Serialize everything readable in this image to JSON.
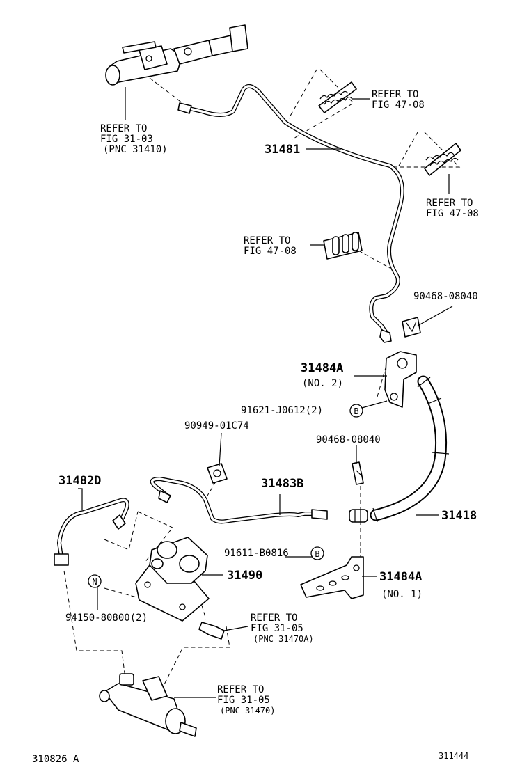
{
  "parts": {
    "p31481": "31481",
    "p31418": "31418",
    "p31482d": "31482D",
    "p31483b": "31483B",
    "p31490": "31490",
    "p31484a_top": "31484A",
    "p31484a_top_sub": "(NO. 2)",
    "p31484a_bottom": "31484A",
    "p31484a_bottom_sub": "(NO. 1)",
    "clip_top": "90468-08040",
    "clip_mid": "90468-08040",
    "bolt_top": "91621-J0612(2)",
    "bolt_bottom": "91611-B0816",
    "union_bolt": "90949-01C74",
    "nut": "94150-80800(2)"
  },
  "markers": {
    "b_top": "B",
    "b_bottom": "B",
    "n": "N"
  },
  "refs": {
    "master_cyl": {
      "line1": "REFER TO",
      "line2": "FIG 31-03",
      "line3": "(PNC 31410)"
    },
    "clamp_a": {
      "line1": "REFER TO",
      "line2": "FIG 47-08"
    },
    "clamp_b": {
      "line1": "REFER TO",
      "line2": "FIG 47-08"
    },
    "clamp_c": {
      "line1": "REFER TO",
      "line2": "FIG 47-08"
    },
    "accumulator": {
      "line1": "REFER TO",
      "line2": "FIG 31-05",
      "line3": "(PNC 31470A)"
    },
    "release_cyl": {
      "line1": "REFER TO",
      "line2": "FIG 31-05",
      "line3": "(PNC 31470)"
    }
  },
  "footer": {
    "code_left": "310826 A",
    "code_right": "311444"
  }
}
